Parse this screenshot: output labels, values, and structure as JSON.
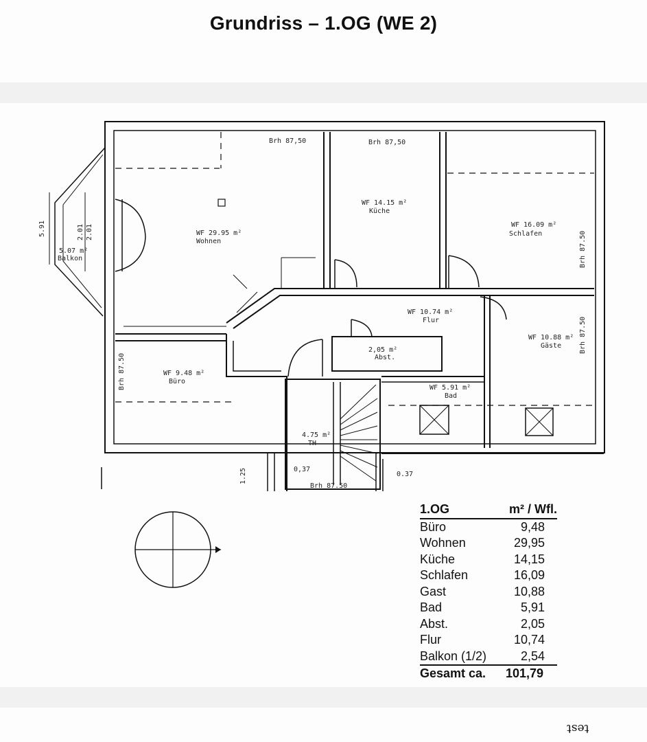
{
  "title": "Grundriss – 1.OG (WE 2)",
  "plan": {
    "brh_top_left": "Brh 87,50",
    "brh_top_mid": "Brh 87,50",
    "brh_right_upper": "Brh 87.50",
    "brh_right_lower": "Brh 87.50",
    "brh_left": "Brh 87.50",
    "brh_bottom": "Brh 87.50",
    "dim_591": "5.91",
    "dim_201a": "2.01",
    "dim_201b": "2.01",
    "dim_125": "1.25",
    "dim_037_left": "0,37",
    "dim_037_right": "0.37",
    "rooms": {
      "wohnen_area": "WF 29.95 m²",
      "wohnen_name": "Wohnen",
      "kueche_area": "WF 14.15 m²",
      "kueche_name": "Küche",
      "schlafen_area": "WF 16.09 m²",
      "schlafen_name": "Schlafen",
      "balkon_area": "5.07 m²",
      "balkon_name": "Balkon",
      "flur_area": "WF 10.74 m²",
      "flur_name": "Flur",
      "abst_area": "2,05 m²",
      "abst_name": "Abst.",
      "gaeste_area": "WF 10.88 m²",
      "gaeste_name": "Gäste",
      "buero_area": "WF 9.48 m²",
      "buero_name": "Büro",
      "bad_area": "WF 5.91 m²",
      "bad_name": "Bad",
      "th_area": "4.75 m²",
      "th_name": "TH"
    }
  },
  "area_table": {
    "header_left": "1.OG",
    "header_right": "m² / Wfl.",
    "rows": [
      {
        "name": "Büro",
        "value": "9,48"
      },
      {
        "name": "Wohnen",
        "value": "29,95"
      },
      {
        "name": "Küche",
        "value": "14,15"
      },
      {
        "name": "Schlafen",
        "value": "16,09"
      },
      {
        "name": "Gast",
        "value": "10,88"
      },
      {
        "name": "Bad",
        "value": "5,91"
      },
      {
        "name": "Abst.",
        "value": "2,05"
      },
      {
        "name": "Flur",
        "value": "10,74"
      },
      {
        "name": "Balkon (1/2)",
        "value": "2,54"
      }
    ],
    "total_label": "Gesamt ca.",
    "total_value": "101,79"
  },
  "corner_mark": "test"
}
